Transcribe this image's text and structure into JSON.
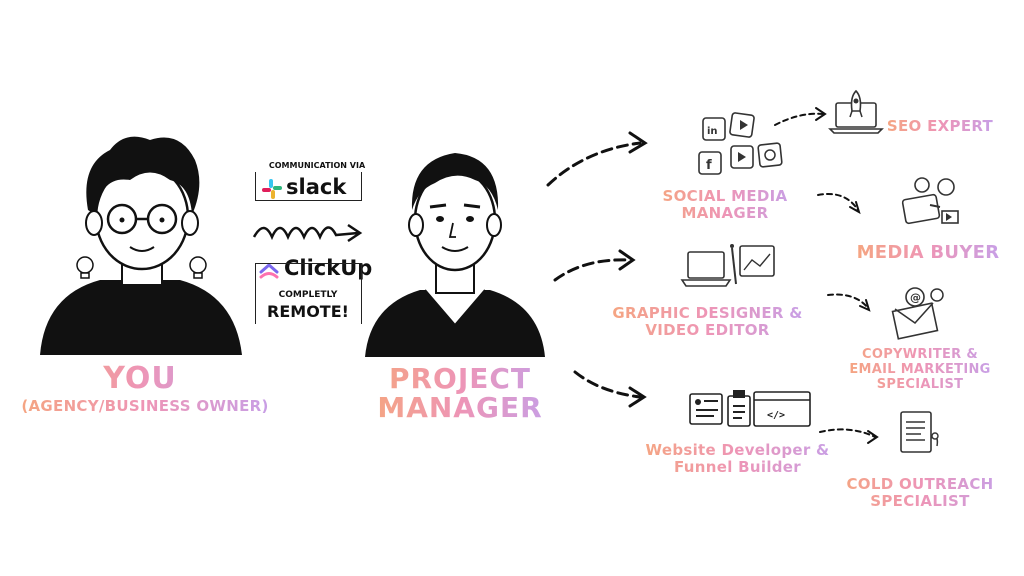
{
  "you": {
    "title": "YOU",
    "subtitle": "(AGENCY/BUSINESS OWNER)"
  },
  "project_manager": {
    "line1": "PROJECT",
    "line2": "MANAGER"
  },
  "communication": {
    "heading": "COMMUNICATION VIA",
    "slack": "slack",
    "clickup": "ClickUp",
    "remote_line1": "COMPLETLY",
    "remote_line2": "REMOTE!"
  },
  "roles": {
    "social_media_manager": [
      "SOCIAL MEDIA",
      "MANAGER"
    ],
    "graphic_designer": [
      "GRAPHIC DESIGNER &",
      "VIDEO EDITOR"
    ],
    "web_developer": [
      "Website Developer &",
      "Funnel Builder"
    ],
    "seo_expert": "SEO EXPERT",
    "media_buyer": "MEDIA BUYER",
    "copywriter": [
      "COPYWRITER &",
      "EMAIL MARKETING",
      "SPECIALIST"
    ],
    "cold_outreach": [
      "COLD OUTREACH",
      "SPECIALIST"
    ]
  },
  "colors": {
    "gradient_start": "#f6a77b",
    "gradient_mid": "#ee95b6",
    "gradient_end": "#c3a0ec",
    "ink": "#111111"
  }
}
